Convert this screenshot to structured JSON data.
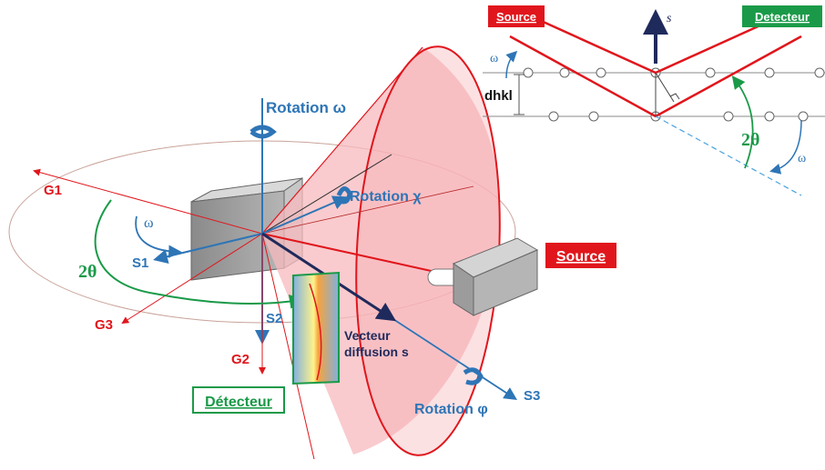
{
  "main_diagram": {
    "rotation_omega": "Rotation ω",
    "rotation_chi": "Rotation χ",
    "rotation_phi": "Rotation φ",
    "omega_symbol": "ω",
    "two_theta": "2θ",
    "G1": "G1",
    "G2": "G2",
    "G3": "G3",
    "S1": "S1",
    "S2": "S2",
    "S3": "S3",
    "source_label": "Source",
    "detector_label": "Détecteur",
    "scattering_vector_line1": "Vecteur",
    "scattering_vector_line2": "diffusion s"
  },
  "inset": {
    "source_label": "Source",
    "detector_label": "Detecteur",
    "s_symbol": "s",
    "omega_symbol": "ω",
    "dhkl": "dhkl",
    "two_theta": "2θ",
    "omega_symbol_lower": "ω"
  },
  "colors": {
    "red": "#e0161c",
    "blue": "#2e75b6",
    "green": "#1a9a48",
    "navy": "#1f2a5c",
    "cone_fill": "#f7b9bd"
  }
}
